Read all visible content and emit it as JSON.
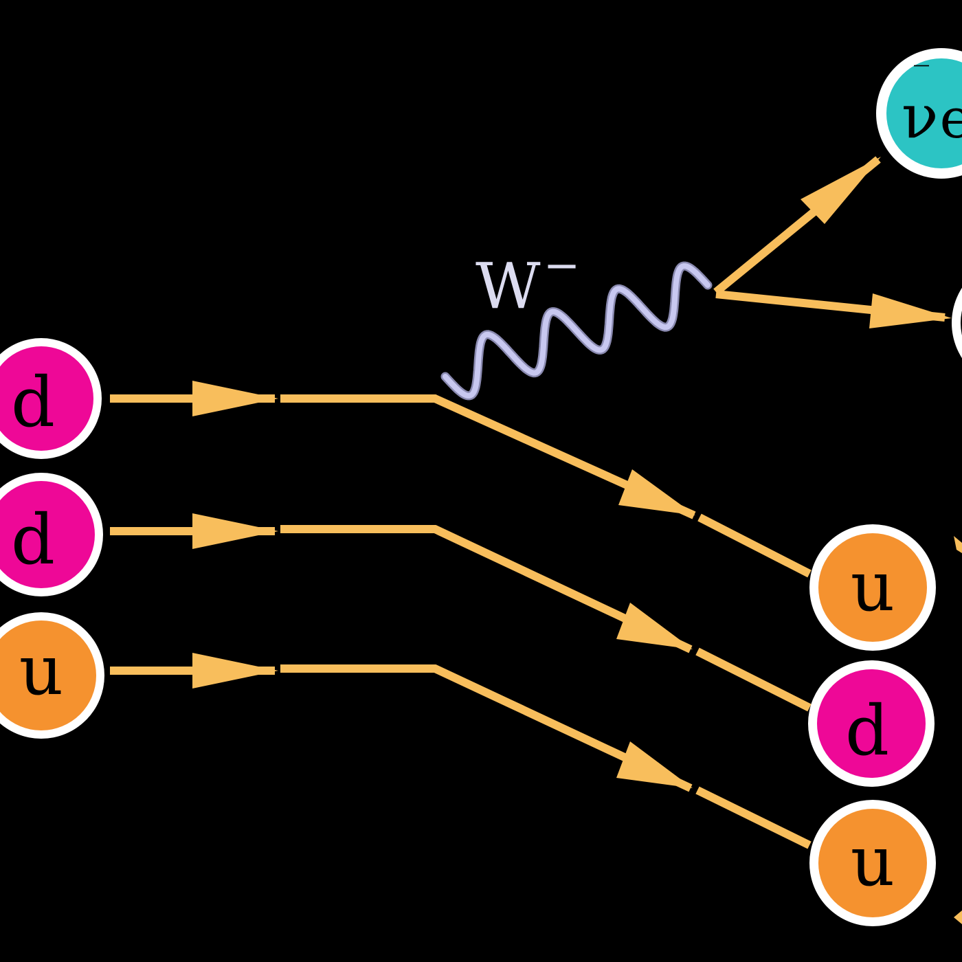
{
  "colors": {
    "background": "#000000",
    "fermion_line": "#f8be5c",
    "boson_line": "#c8c8f0",
    "boson_label": "#dcdcf0",
    "particle_border": "#ffffff",
    "down_quark": "#ee0897",
    "up_quark": "#f5922f",
    "antineutrino": "#2cc4c4"
  },
  "incoming": [
    {
      "symbol": "d",
      "flavor": "down_quark"
    },
    {
      "symbol": "d",
      "flavor": "down_quark"
    },
    {
      "symbol": "u",
      "flavor": "up_quark"
    }
  ],
  "outgoing": [
    {
      "symbol": "u",
      "flavor": "up_quark"
    },
    {
      "symbol": "d",
      "flavor": "down_quark"
    },
    {
      "symbol": "u",
      "flavor": "up_quark"
    }
  ],
  "boson": {
    "label": "W",
    "charge": "−"
  },
  "antineutrino": {
    "symbol": "ν",
    "subscript": "e",
    "bar": "‾"
  }
}
